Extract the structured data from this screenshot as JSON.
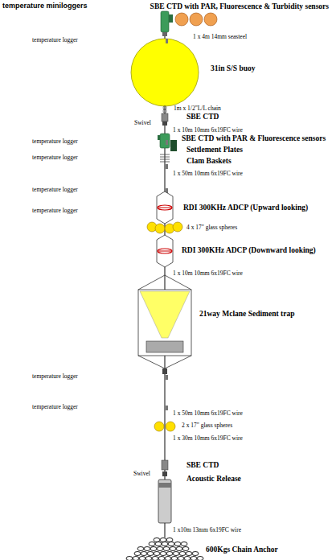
{
  "diagram": {
    "title": "temperature miniloggers",
    "labels": [
      "SBE CTD with PAR, Fluorescence & Turbidity sensors",
      "temperature logger",
      "1 x 4m 14mm seasteel",
      "31in S/S buoy",
      "1m x 1/2\"L/L chain",
      "SBE CTD",
      "Swivel",
      "1 x 10m 10mm 6x19FC wire",
      "temperature logger",
      "SBE CTD with PAR & Fluorescence sensors",
      "Settlement Plates",
      "temperature logger",
      "Clam Baskets",
      "1 x 50m 10mm 6x19FC wire",
      "temperature logger",
      "temperature logger",
      "RDI 300KHz ADCP (Upward looking)",
      "4 x 17\" glass spheres",
      "RDI 300KHz ADCP (Downward looking)",
      "1 x 10m 10mm 6x19FC wire",
      "21way Mclane Sediment trap",
      "temperature logger",
      "temperature logger",
      "1 x 50m 10mm 6x19FC wire",
      "2 x 17\" glass spheres",
      "1 x 30m 10mm 6x19FC wire",
      "SBE CTD",
      "Swivel",
      "Acoustic Release",
      "1 x10m 13mm 6x19FC wire",
      "600Kgs Chain Anchor"
    ]
  }
}
